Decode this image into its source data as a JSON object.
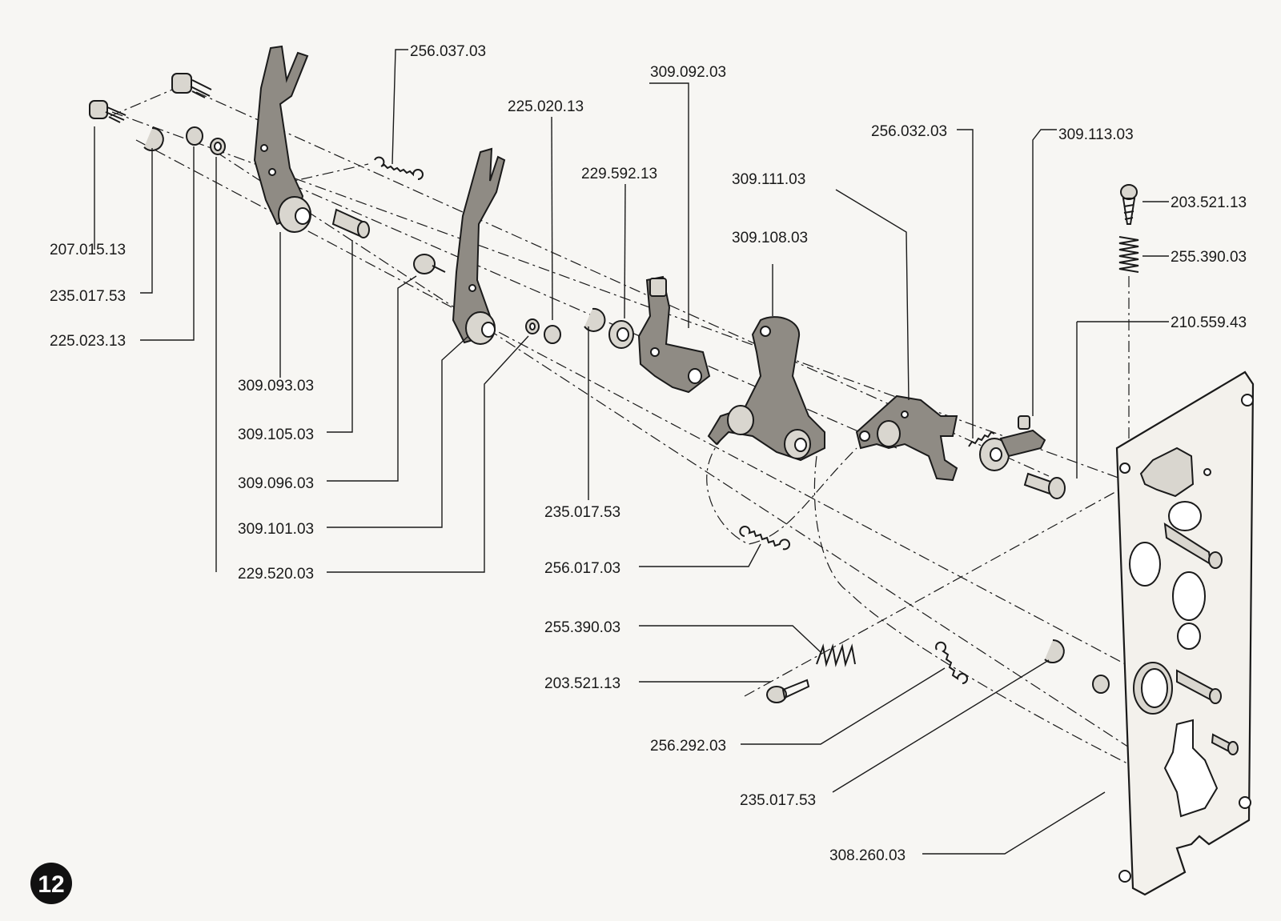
{
  "figure_number": "12",
  "parts": [
    {
      "id": "p1",
      "number": "256.037.03"
    },
    {
      "id": "p2",
      "number": "309.092.03"
    },
    {
      "id": "p3",
      "number": "225.020.13"
    },
    {
      "id": "p4",
      "number": "229.592.13"
    },
    {
      "id": "p5",
      "number": "256.032.03"
    },
    {
      "id": "p6",
      "number": "309.113.03"
    },
    {
      "id": "p7",
      "number": "309.111.03"
    },
    {
      "id": "p8",
      "number": "309.108.03"
    },
    {
      "id": "p9",
      "number": "203.521.13"
    },
    {
      "id": "p10",
      "number": "255.390.03"
    },
    {
      "id": "p11",
      "number": "210.559.43"
    },
    {
      "id": "p12",
      "number": "207.015.13"
    },
    {
      "id": "p13",
      "number": "235.017.53"
    },
    {
      "id": "p14",
      "number": "225.023.13"
    },
    {
      "id": "p15",
      "number": "309.093.03"
    },
    {
      "id": "p16",
      "number": "309.105.03"
    },
    {
      "id": "p17",
      "number": "309.096.03"
    },
    {
      "id": "p18",
      "number": "309.101.03"
    },
    {
      "id": "p19",
      "number": "229.520.03"
    },
    {
      "id": "p20",
      "number": "235.017.53"
    },
    {
      "id": "p21",
      "number": "256.017.03"
    },
    {
      "id": "p22",
      "number": "255.390.03"
    },
    {
      "id": "p23",
      "number": "203.521.13"
    },
    {
      "id": "p24",
      "number": "256.292.03"
    },
    {
      "id": "p25",
      "number": "235.017.53"
    },
    {
      "id": "p26",
      "number": "308.260.03"
    }
  ]
}
